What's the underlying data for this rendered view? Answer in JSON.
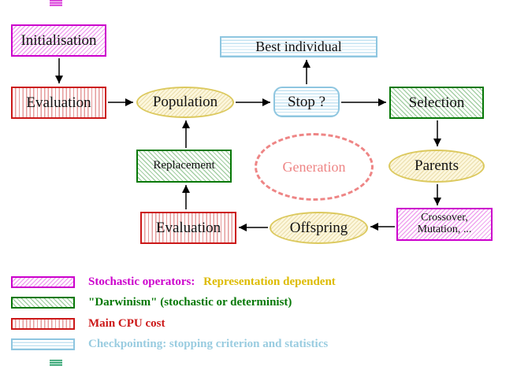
{
  "nodes": {
    "initialisation": {
      "label": "Initialisation"
    },
    "evaluation_top": {
      "label": "Evaluation"
    },
    "population": {
      "label": "Population"
    },
    "best_individual": {
      "label": "Best individual"
    },
    "stop": {
      "label": "Stop ?"
    },
    "selection": {
      "label": "Selection"
    },
    "parents": {
      "label": "Parents"
    },
    "crossover_mutation": {
      "line1": "Crossover,",
      "line2": "Mutation, ..."
    },
    "offspring": {
      "label": "Offspring"
    },
    "evaluation_bottom": {
      "label": "Evaluation"
    },
    "replacement": {
      "label": "Replacement"
    },
    "generation": {
      "label": "Generation"
    }
  },
  "legend": {
    "items": [
      {
        "swatch": "magenta-diagonal-hatch",
        "text": "Stochastic operators:",
        "text2": "Representation dependent"
      },
      {
        "swatch": "green-diagonal-hatch",
        "text": "\"Darwinism\" (stochastic or determinist)"
      },
      {
        "swatch": "red-vertical-hatch",
        "text": "Main CPU cost"
      },
      {
        "swatch": "cyan-horizontal-hatch",
        "text": "Checkpointing: stopping criterion and statistics"
      }
    ]
  },
  "colors": {
    "magenta": "#cc00cc",
    "red": "#cc1818",
    "green": "#067806",
    "gold_border": "#dcc95e",
    "cyan_border": "#8ec6e0",
    "salmon": "#ee8585",
    "legend_yellow": "#ddbb00",
    "legend_lightblue": "#99cce0",
    "arrow": "#000000"
  }
}
